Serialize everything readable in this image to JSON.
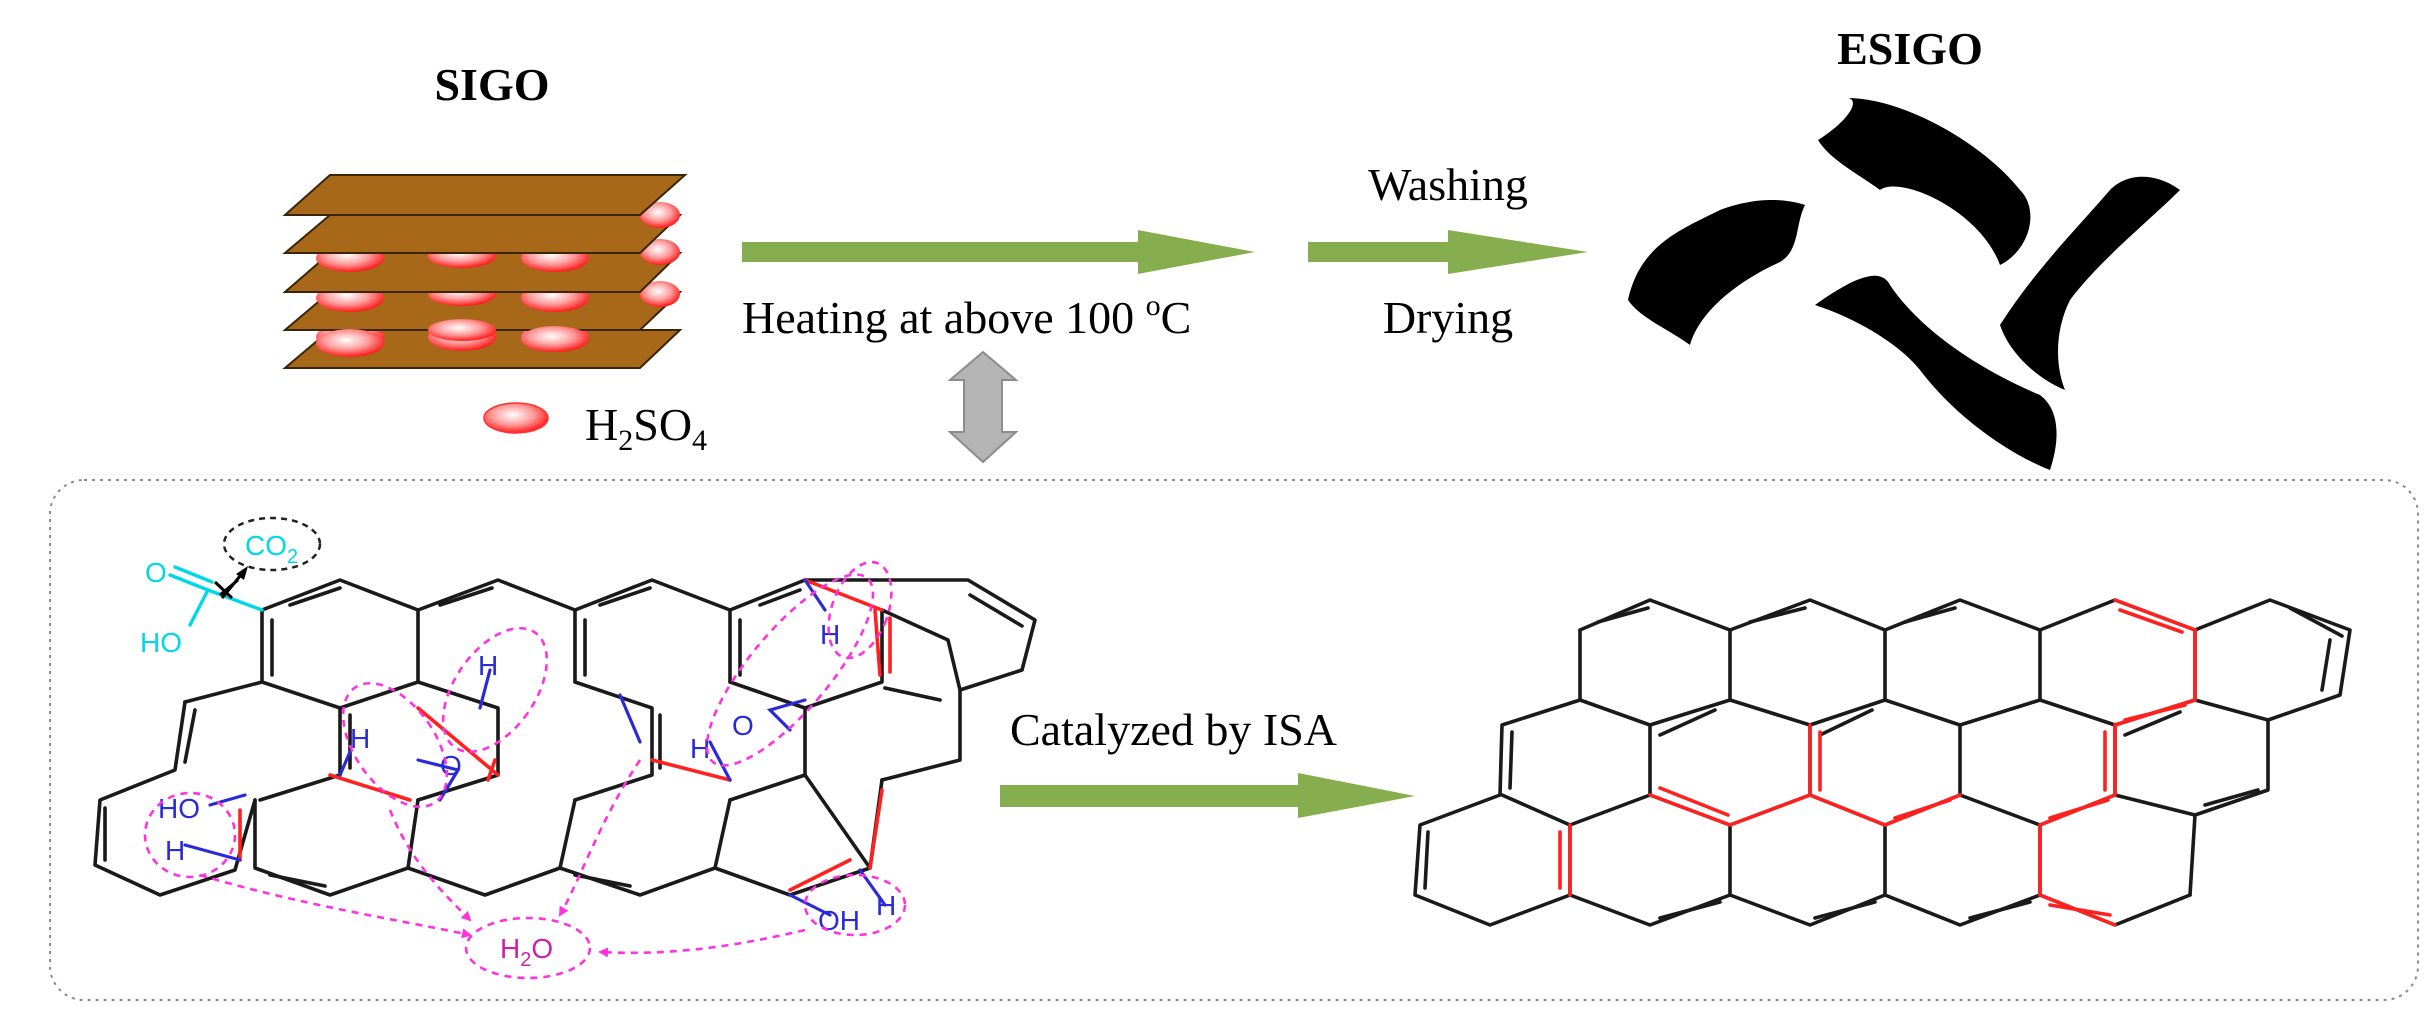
{
  "top": {
    "sigo_title": "SIGO",
    "esigo_title": "ESIGO",
    "legend_h2so4": {
      "H": "H",
      "sub1": "2",
      "SO": "SO",
      "sub2": "4"
    },
    "heating_label": {
      "text": "Heating at above 100 ",
      "sup": "o",
      "unit": "C"
    },
    "washing_label": "Washing",
    "drying_label": "Drying"
  },
  "bottom": {
    "catalyzed_label": "Catalyzed by ISA",
    "co2": {
      "CO": "CO",
      "sub": "2"
    },
    "h2o": {
      "H": "H",
      "sub": "2",
      "O": "O"
    },
    "atoms": {
      "O": "O",
      "H": "H",
      "HO": "HO",
      "OH": "OH"
    }
  },
  "colors": {
    "sheet_brown": "#a8681a",
    "droplet_red": "#ff2a2a",
    "arrow_green": "#86ad4e",
    "arrow_gray": "#b4b4b4",
    "new_bond_red": "#ff2020",
    "hydrogen_blue": "#2a2ad8",
    "carboxyl_cyan": "#00d8e8",
    "migration_magenta": "#ff33dd",
    "esigo_black": "#000000"
  }
}
